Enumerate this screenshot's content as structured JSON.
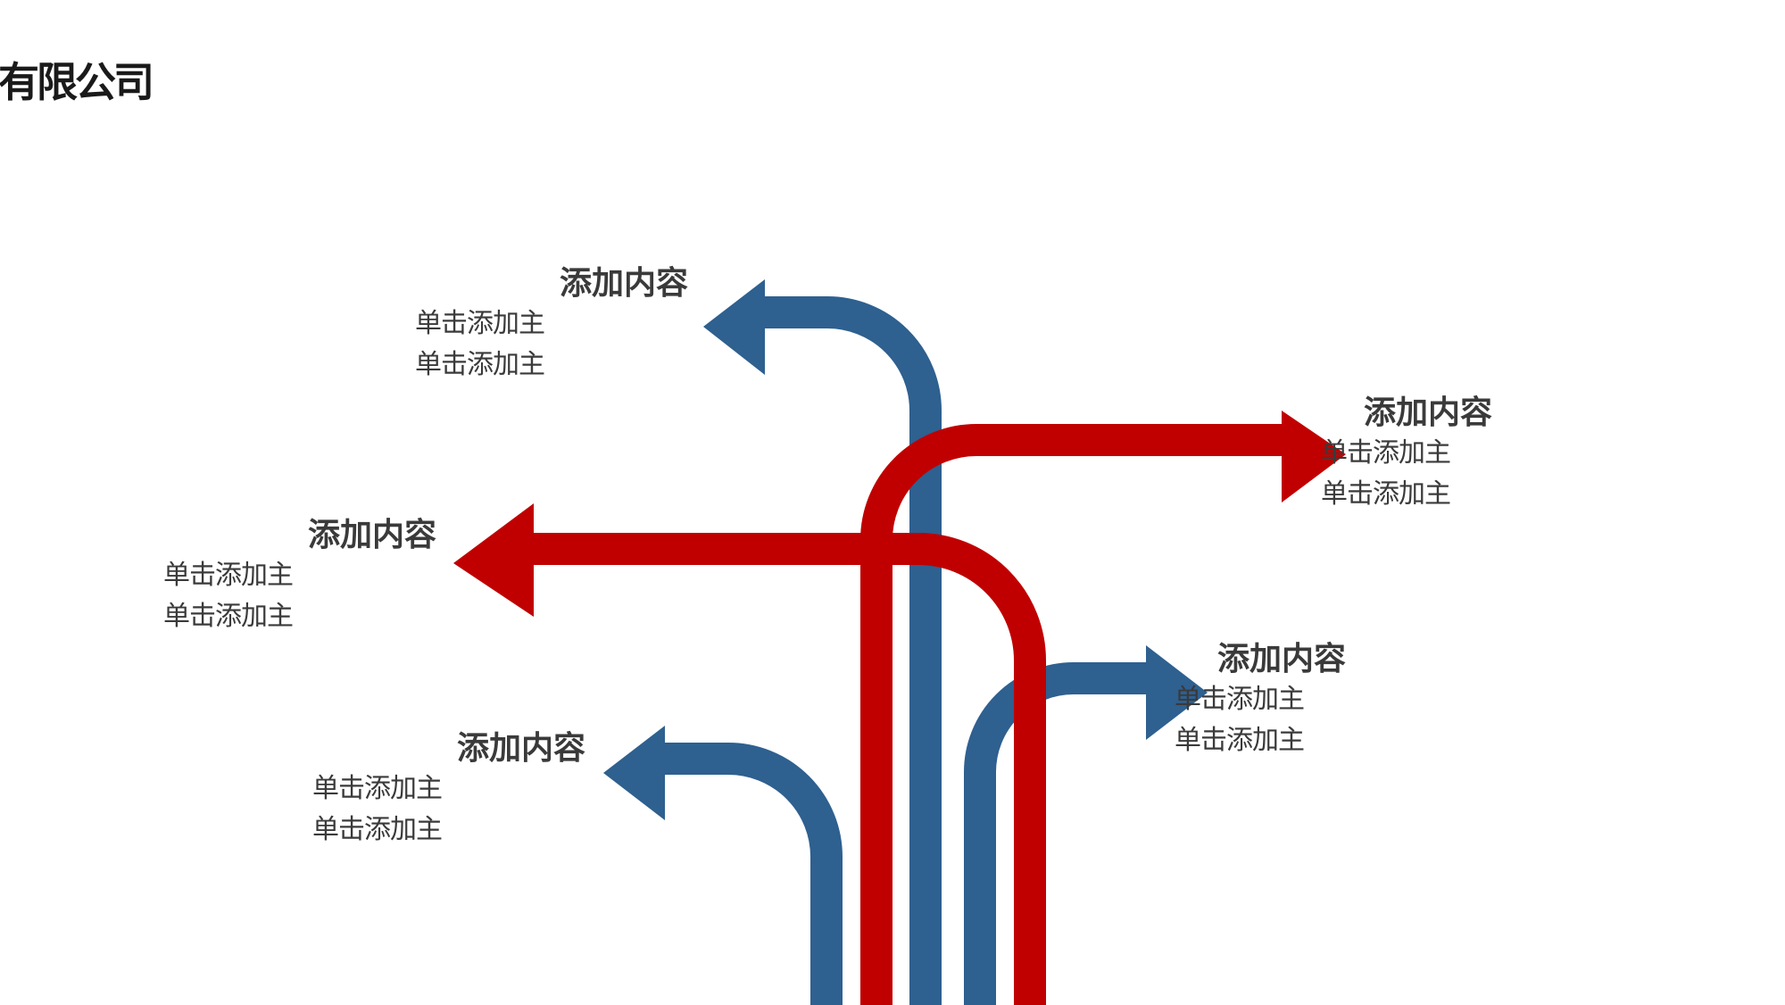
{
  "page": {
    "title": "有限公司"
  },
  "colors": {
    "blue": "#2e6090",
    "red": "#c00000",
    "text": "#3a3a3a"
  },
  "labels": [
    {
      "heading": "添加内容",
      "line1": "单击添加主",
      "line2": "单击添加主"
    },
    {
      "heading": "添加内容",
      "line1": "单击添加主",
      "line2": "单击添加主"
    },
    {
      "heading": "添加内容",
      "line1": "单击添加主",
      "line2": "单击添加主"
    },
    {
      "heading": "添加内容",
      "line1": "单击添加主",
      "line2": "单击添加主"
    },
    {
      "heading": "添加内容",
      "line1": "单击添加主",
      "line2": "单击添加主"
    }
  ]
}
